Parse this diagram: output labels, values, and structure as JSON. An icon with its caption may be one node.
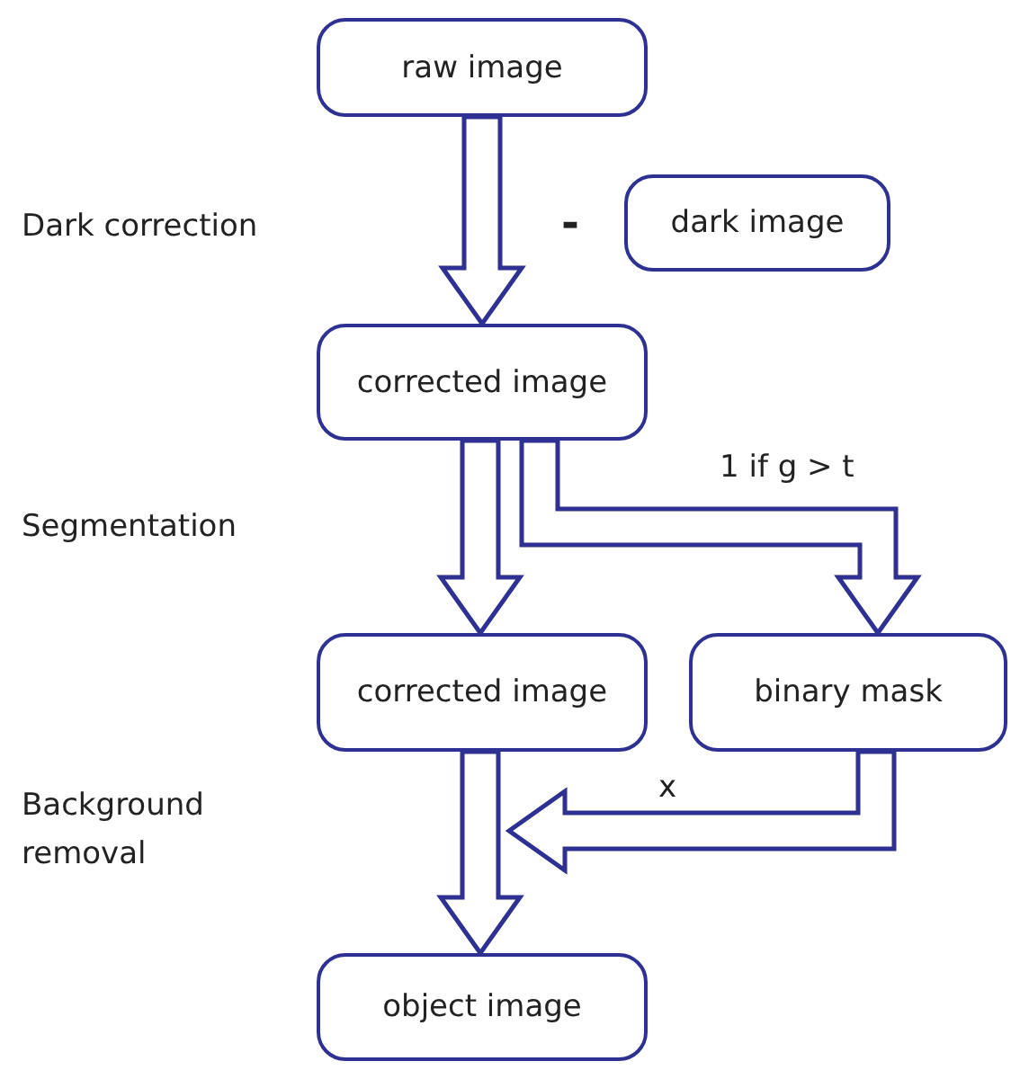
{
  "diagram": {
    "nodes": [
      {
        "text": [
          "raw image"
        ]
      },
      {
        "text": [
          "dark image"
        ]
      },
      {
        "text": [
          "corrected image"
        ]
      },
      {
        "text": [
          "corrected image"
        ]
      },
      {
        "text": [
          "binary mask"
        ]
      },
      {
        "text": [
          "object image"
        ]
      }
    ],
    "edges": [
      {
        "from": 0,
        "to": 2,
        "arrow": "to"
      },
      {
        "from": 2,
        "to": 3,
        "arrow": "to"
      },
      {
        "from": 2,
        "to": 4,
        "arrow": "to",
        "label": "1 if g > t"
      },
      {
        "from": 3,
        "to": 5,
        "arrow": "to"
      },
      {
        "from": 4,
        "to": 5,
        "arrow": "to",
        "label": "x"
      }
    ],
    "labels": [
      "Dark correction",
      "-",
      "Segmentation",
      "Background removal"
    ]
  }
}
